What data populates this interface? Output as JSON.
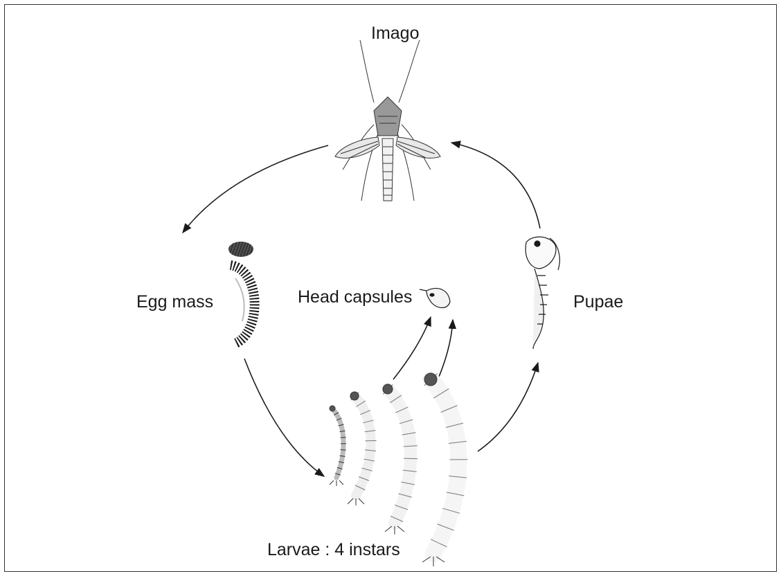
{
  "diagram": {
    "stages": {
      "imago": "Imago",
      "egg_mass": "Egg mass",
      "head_capsules": "Head capsules",
      "pupae": "Pupae",
      "larvae": "Larvae : 4 instars"
    },
    "icons": [
      "mosquito-adult-icon",
      "egg-mass-icon",
      "head-capsule-icon",
      "pupa-icon",
      "larva-instar-icon"
    ],
    "colors": {
      "ink": "#1a1a1a",
      "frame": "#333333",
      "background": "#ffffff"
    }
  }
}
